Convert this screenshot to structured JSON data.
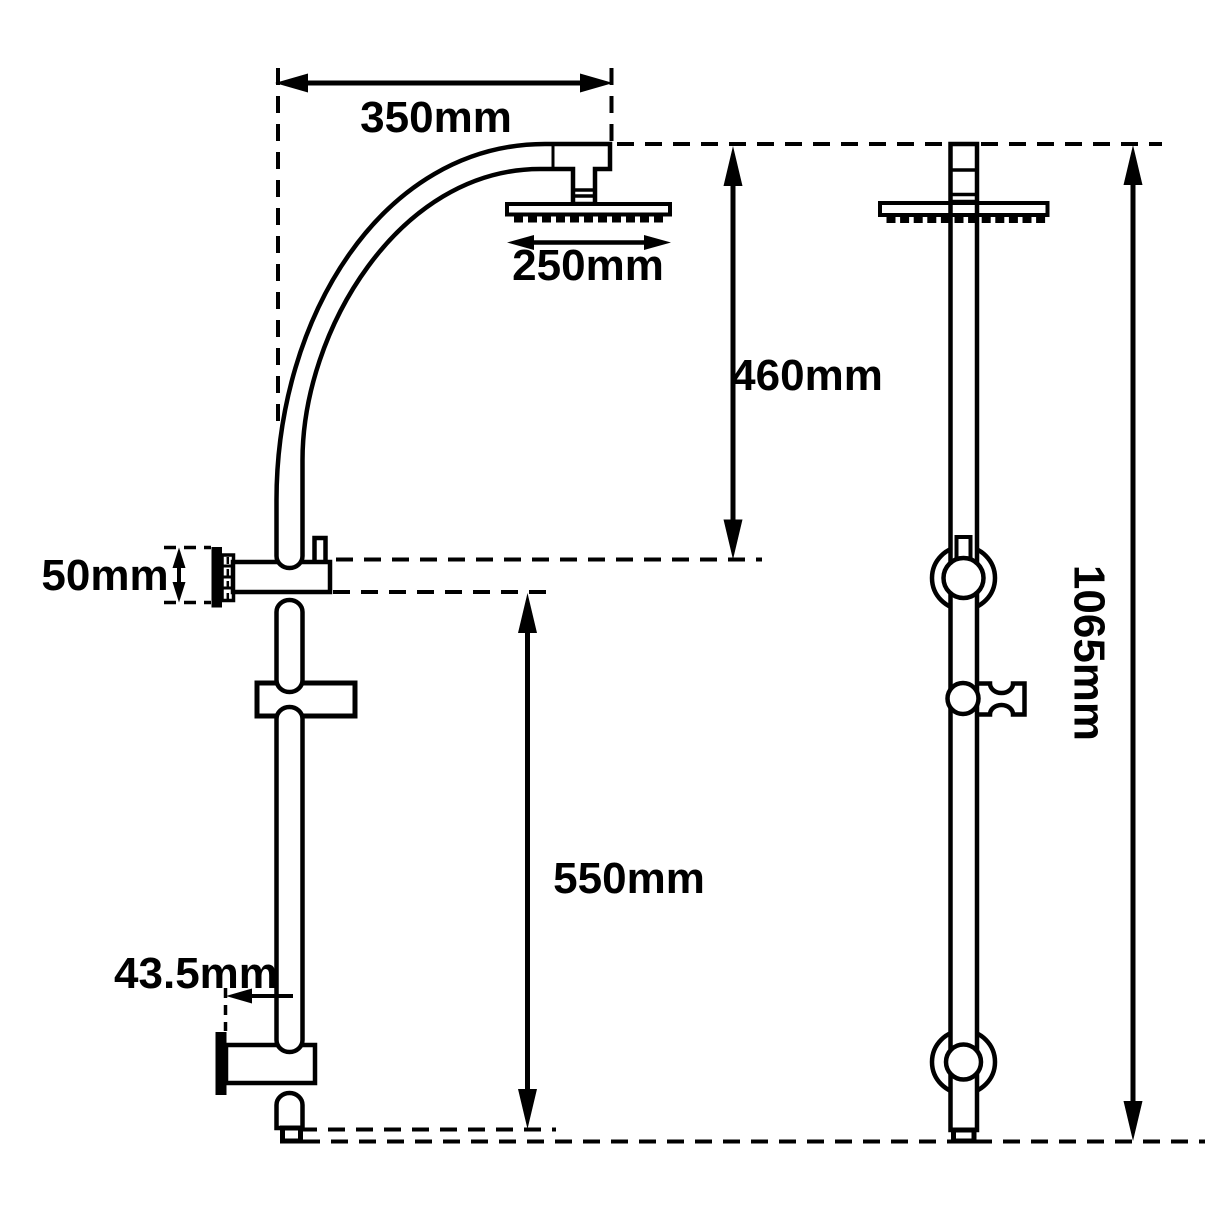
{
  "diagram": {
    "subject": "shower rail dimension drawing, front and side views",
    "background_color": "#ffffff",
    "line_color": "#000000",
    "dimensions": {
      "arm_projection": "350mm",
      "shower_head_width": "250mm",
      "head_to_diverter_height": "460mm",
      "wall_bracket_height": "50mm",
      "diverter_to_bottom_height": "550mm",
      "wall_to_rail_offset": "43.5mm",
      "overall_height": "1065mm"
    }
  }
}
